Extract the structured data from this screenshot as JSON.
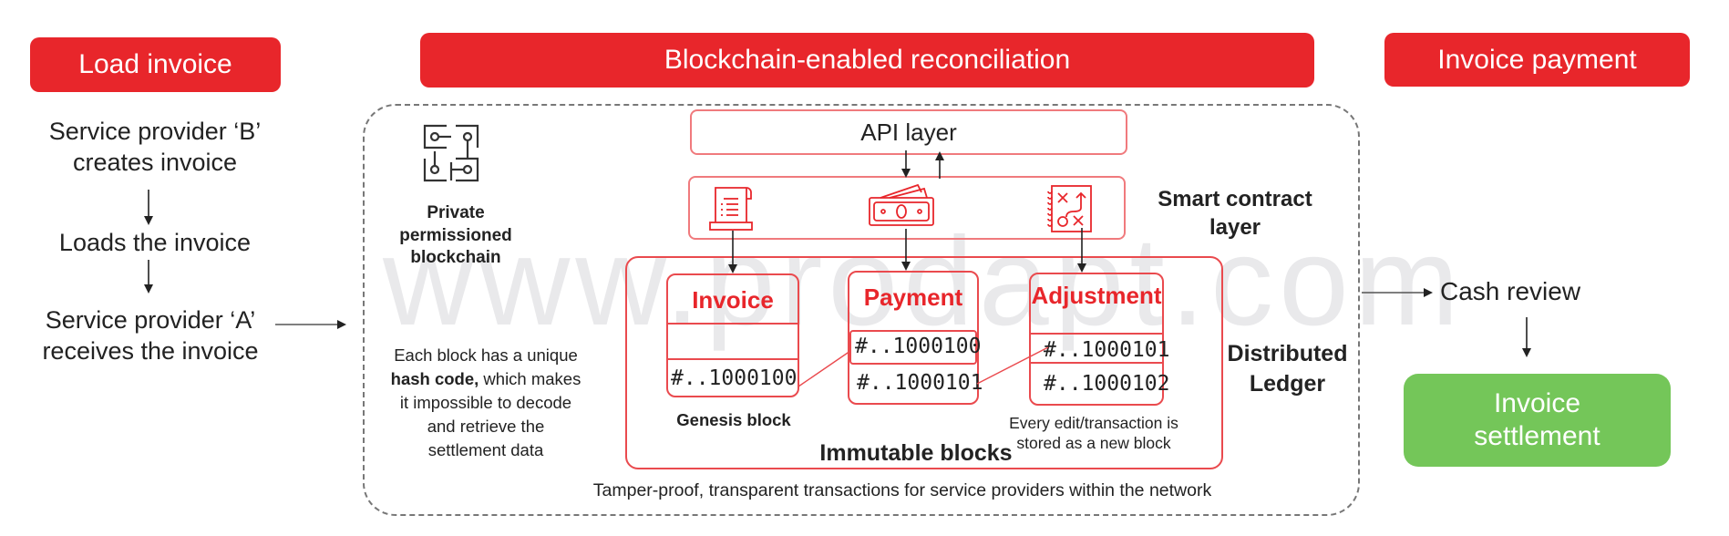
{
  "watermark": "www.prodapt.com",
  "columns": {
    "load": {
      "header": "Load invoice",
      "steps": [
        "Service provider ‘B’ creates invoice",
        "Loads the invoice",
        "Service provider ‘A’ receives the invoice"
      ],
      "step1_line1": "Service provider ‘B’",
      "step1_line2": "creates invoice",
      "step2": "Loads the invoice",
      "step3_line1": "Service provider ‘A’",
      "step3_line2": "receives the invoice"
    },
    "blockchain": {
      "header": "Blockchain-enabled reconciliation",
      "private_label_1": "Private",
      "private_label_2": "permissioned",
      "private_label_3": "blockchain",
      "private_icon": "circuit-network-icon",
      "hash_note": {
        "bold": "hash code,",
        "line1": "Each block has a unique",
        "line2_rest": " which makes",
        "line3": "it impossible to decode",
        "line4": "and retrieve the",
        "line5": "settlement data"
      },
      "api_layer": "API layer",
      "smart_contract_1": "Smart contract",
      "smart_contract_2": "layer",
      "smart_contract_icons": [
        "receipt-scroll-icon",
        "cash-money-icon",
        "strategy-plan-icon"
      ],
      "distributed_1": "Distributed",
      "distributed_2": "Ledger",
      "immutable_label": "Immutable blocks",
      "blocks": [
        {
          "title": "Invoice",
          "hashes": [
            "",
            "#..1000100"
          ],
          "caption": "Genesis block"
        },
        {
          "title": "Payment",
          "hashes": [
            "#..1000100",
            "#..1000101"
          ]
        },
        {
          "title": "Adjustment",
          "hashes": [
            "#..1000101",
            "#..1000102"
          ],
          "caption_1": "Every edit/transaction is",
          "caption_2": "stored as a new block"
        }
      ],
      "footer": "Tamper-proof, transparent transactions for service providers within the network"
    },
    "payment": {
      "header": "Invoice payment",
      "cash_review": "Cash review",
      "settlement_1": "Invoice",
      "settlement_2": "settlement"
    }
  },
  "colors": {
    "brand_red": "#e8262b",
    "green": "#74c659",
    "watermark": "#e9e9eb"
  }
}
